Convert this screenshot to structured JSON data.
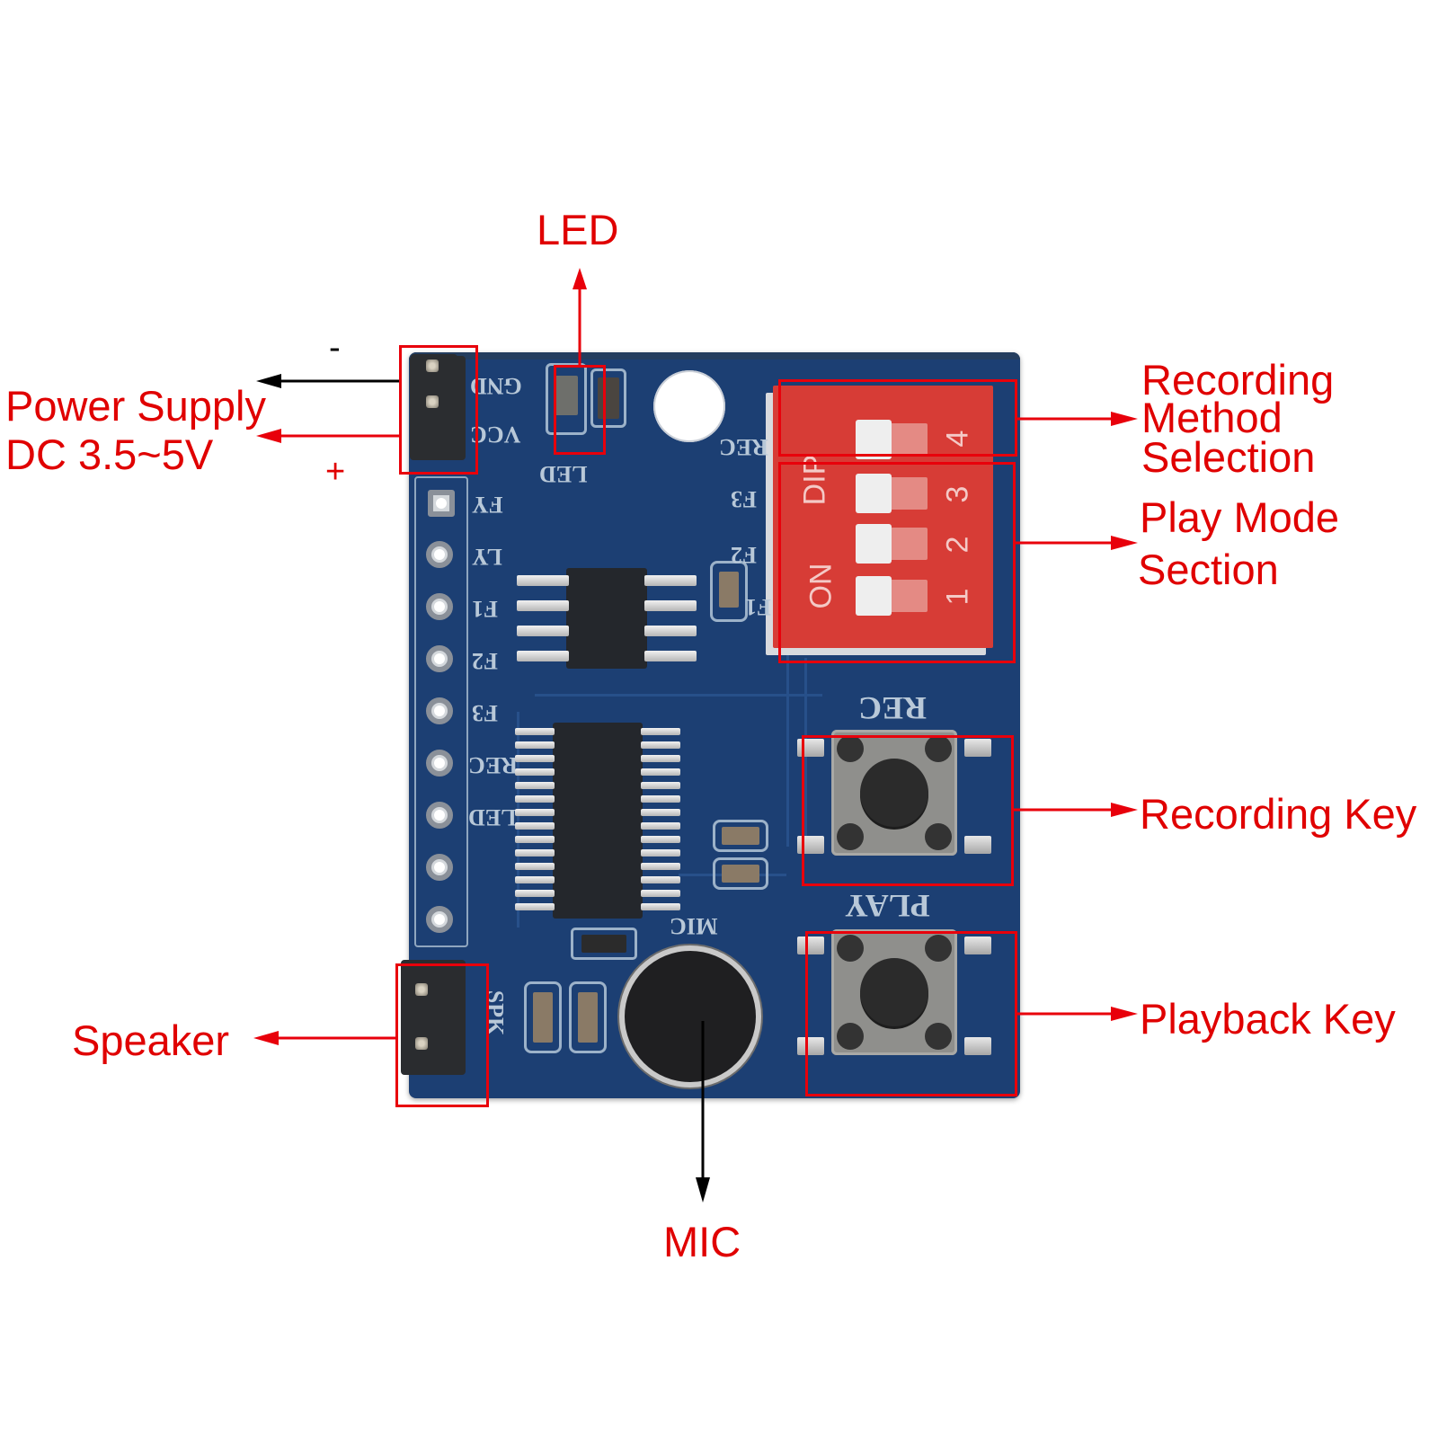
{
  "title": "Voice Recording Module Pinout Diagram",
  "colors": {
    "annotation_red": "#e00000",
    "pcb_blue": "#1c3f73",
    "dip_switch_red": "#d73c36",
    "arrow_black": "#000000"
  },
  "callouts": {
    "led": {
      "label": "LED"
    },
    "power": {
      "label_line1": "Power Supply",
      "label_line2": "DC 3.5~5V",
      "minus": "-",
      "plus": "+"
    },
    "recording_method": {
      "line1": "Recording",
      "line2": "Method",
      "line3": "Selection"
    },
    "play_mode": {
      "line1": "Play Mode",
      "line2": "Section"
    },
    "recording_key": {
      "label": "Recording Key"
    },
    "playback_key": {
      "label": "Playback Key"
    },
    "speaker": {
      "label": "Speaker"
    },
    "mic": {
      "label": "MIC"
    }
  },
  "board": {
    "silkscreen": {
      "power_pins": [
        "GND",
        "VCC"
      ],
      "led": "LED",
      "header_pins": [
        "FY",
        "LY",
        "F1",
        "F2",
        "F3",
        "REC",
        "LED",
        "",
        ""
      ],
      "dip_side": [
        "REC",
        "F3",
        "F2",
        "F1"
      ],
      "rec_button": "REC",
      "play_button": "PLAY",
      "mic": "MIC",
      "speaker": "SPK"
    },
    "dip_switch": {
      "brand_text": "DIP",
      "on_text": "ON",
      "switches": [
        {
          "number": "4",
          "state": "off"
        },
        {
          "number": "3",
          "state": "off"
        },
        {
          "number": "2",
          "state": "off"
        },
        {
          "number": "1",
          "state": "off"
        }
      ]
    }
  }
}
